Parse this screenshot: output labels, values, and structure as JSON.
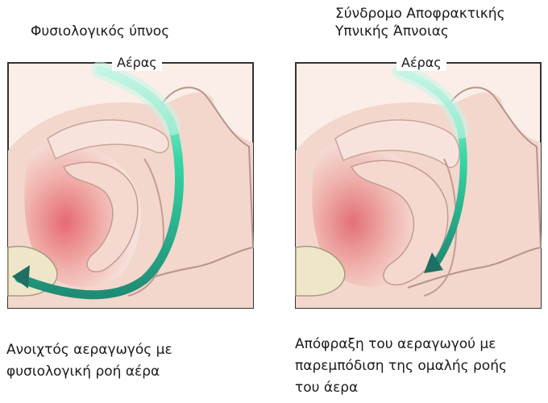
{
  "left": {
    "title": "Φυσιολογικός ύπνος",
    "air_label": "Αέρας",
    "caption_lines": [
      "Ανοιχτός αεραγωγός με",
      "φυσιολογική ροή αέρα"
    ]
  },
  "right": {
    "title_lines": [
      "Σύνδρομο Αποφρακτικής",
      "Υπνικής Άπνοιας"
    ],
    "air_label": "Αέρας",
    "caption_lines": [
      "Απόφραξη του αεραγωγού με",
      "παρεμπόδιση της ομαλής ροής",
      "του άερα"
    ]
  },
  "colors": {
    "skin": "#f3d6cc",
    "throat_red": "#e0707a",
    "tissue_pink": "#f6e2dc",
    "airflow_green": "#2ecf9f",
    "airflow_dark": "#1f6f63",
    "frame": "#333333"
  }
}
